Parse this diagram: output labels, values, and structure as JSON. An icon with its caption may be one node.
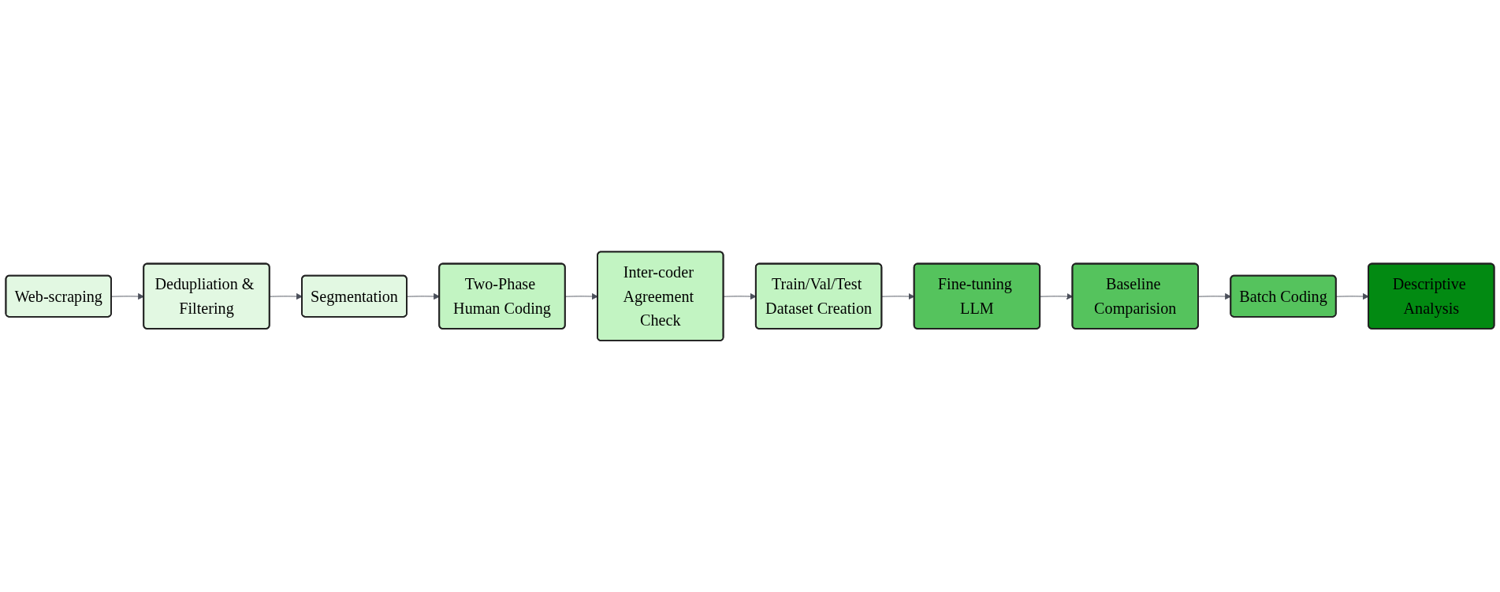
{
  "diagram": {
    "nodes": [
      {
        "text": [
          "Web-scraping"
        ]
      },
      {
        "text": [
          "Dedupliation & Filtering"
        ]
      },
      {
        "text": [
          "Segmentation"
        ]
      },
      {
        "text": [
          "Two-Phase Human Coding"
        ]
      },
      {
        "text": [
          "Inter-coder Agreement Check"
        ]
      },
      {
        "text": [
          "Train/Val/Test Dataset Creation"
        ]
      },
      {
        "text": [
          "Fine-tuning LLM"
        ]
      },
      {
        "text": [
          "Baseline Comparision"
        ]
      },
      {
        "text": [
          "Batch Coding"
        ]
      },
      {
        "text": [
          "Descriptive Analysis"
        ]
      }
    ],
    "edges": [
      {
        "from": 0,
        "to": 1,
        "arrow": "to"
      },
      {
        "from": 1,
        "to": 2,
        "arrow": "to"
      },
      {
        "from": 2,
        "to": 3,
        "arrow": "to"
      },
      {
        "from": 3,
        "to": 4,
        "arrow": "to"
      },
      {
        "from": 4,
        "to": 5,
        "arrow": "to"
      },
      {
        "from": 5,
        "to": 6,
        "arrow": "to"
      },
      {
        "from": 6,
        "to": 7,
        "arrow": "to"
      },
      {
        "from": 7,
        "to": 8,
        "arrow": "to"
      },
      {
        "from": 8,
        "to": 9,
        "arrow": "to"
      }
    ]
  }
}
